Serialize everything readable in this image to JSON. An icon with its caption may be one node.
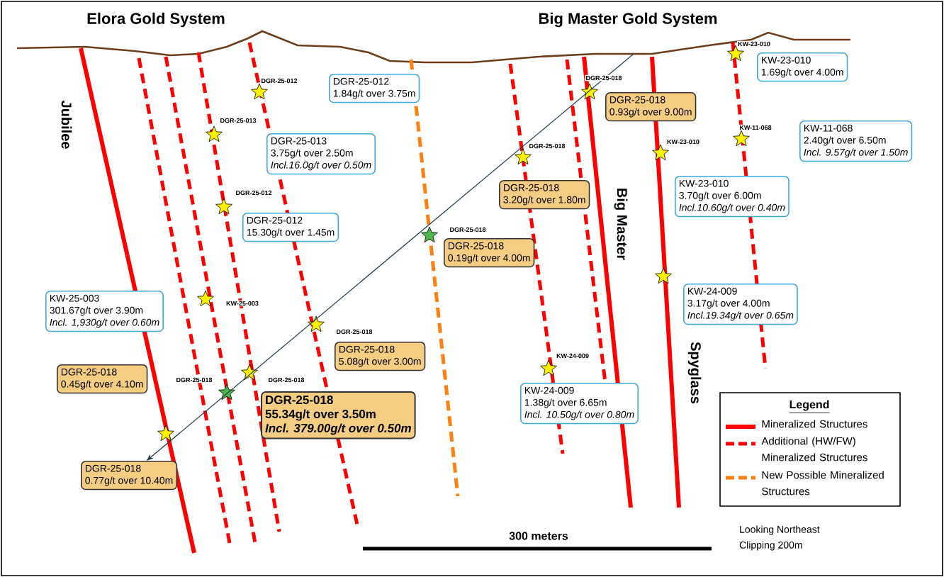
{
  "diagram": {
    "nodes": [
      {
        "text": [
          "DGR-25-012",
          "1.84g/t over 3.75m"
        ]
      },
      {
        "text": [
          "KW-23-010",
          "1.69g/t over 4.00m"
        ]
      },
      {
        "text": [
          "DGR-25-018",
          "0.93g/t over 9.00m"
        ]
      },
      {
        "text": [
          "DGR-25-013",
          "3.75g/t over 2.50m",
          "Incl.16.0g/t over 0.50m"
        ]
      },
      {
        "text": [
          "KW-11-068",
          "2.40g/t over 6.50m",
          "Incl. 9.57g/t over 1.50m"
        ]
      },
      {
        "text": [
          "DGR-25-018",
          "3.20g/t over 1.80m"
        ]
      },
      {
        "text": [
          "KW-23-010",
          "3.70g/t over 6.00m",
          "Incl.10.60g/t over 0.40m"
        ]
      },
      {
        "text": [
          "DGR-25-012",
          "15.30g/t over 1.45m"
        ]
      },
      {
        "text": [
          "DGR-25-018",
          "0.19g/t over 4.00m"
        ]
      },
      {
        "text": [
          "KW-24-009",
          "3.17g/t over 4.00m",
          "Incl.19.34g/t over 0.65m"
        ]
      },
      {
        "text": [
          "KW-25-003",
          "301.67g/t over 3.90m",
          "Incl. 1,930g/t over 0.60m"
        ]
      },
      {
        "text": [
          "DGR-25-018",
          "5.08g/t over 3.00m"
        ]
      },
      {
        "text": [
          "DGR-25-018",
          "0.45g/t over 4.10m"
        ]
      },
      {
        "text": [
          "KW-24-009",
          "1.38g/t over 6.65m",
          "Incl. 10.50g/t over 0.80m"
        ]
      },
      {
        "text": [
          "DGR-25-018",
          "55.34g/t over 3.50m",
          "Incl. 379.00g/t over 0.50m"
        ]
      },
      {
        "text": [
          "DGR-25-018",
          "0.77g/t over 10.40m"
        ]
      }
    ],
    "edges": [
      {
        "from": null,
        "to": 15,
        "arrow": "to"
      }
    ],
    "labels": [
      "Elora Gold System",
      "Big Master Gold System",
      "KW-23-010",
      "DGR-25-018",
      "DGR-25-012",
      "DGR-25-013",
      "Jubilee",
      "KW-11-068",
      "KW-23-010",
      "DGR-25-018",
      "DGR-25-012",
      "Big Master",
      "DGR-25-018",
      "KW-25-003",
      "DGR-25-018",
      "DGR-25-018",
      "DGR-25-018",
      "KW-24-009",
      "Spyglass",
      "Legend",
      "300 meters",
      "Looking Northeast",
      "Clipping 200m"
    ],
    "legend": [
      {
        "text": "Mineralized Structures"
      },
      {
        "text": "Additional (HW/FW) Mineralized Structures"
      },
      {
        "text": "New Possible Mineralized Structures"
      }
    ]
  }
}
